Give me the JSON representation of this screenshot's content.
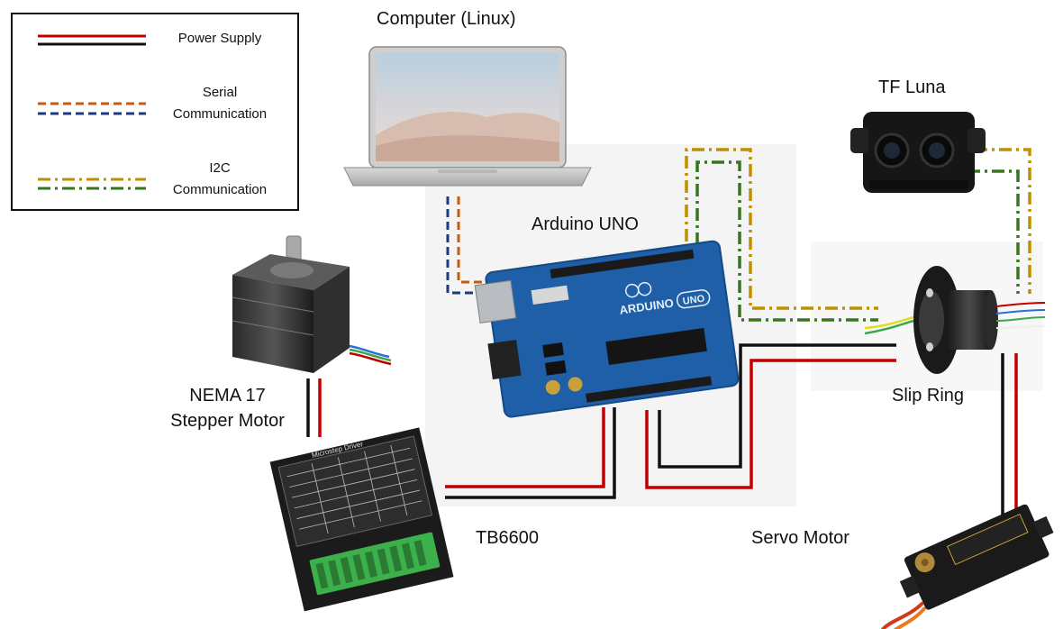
{
  "legend": {
    "items": [
      {
        "line1": "Power Supply",
        "line2": "",
        "colors": [
          "#c00000",
          "#111111"
        ],
        "style": "solid"
      },
      {
        "line1": "Serial",
        "line2": "Communication",
        "colors": [
          "#c55a11",
          "#1f3a78"
        ],
        "style": "dashed"
      },
      {
        "line1": "I2C",
        "line2": "Communication",
        "colors": [
          "#bf8f00",
          "#38761d"
        ],
        "style": "dashdot"
      }
    ]
  },
  "labels": {
    "computer": "Computer (Linux)",
    "tf_luna": "TF Luna",
    "arduino": "Arduino UNO",
    "nema_line1": "NEMA 17",
    "nema_line2": "Stepper Motor",
    "slip_ring": "Slip Ring",
    "tb6600": "TB6600",
    "servo": "Servo Motor"
  },
  "colors": {
    "power_red": "#c00000",
    "power_black": "#111111",
    "serial_orange": "#c55a11",
    "serial_blue": "#1f3a78",
    "i2c_gold": "#bf8f00",
    "i2c_green": "#38761d",
    "arduino_blue": "#1f5fa8",
    "tb6600_green": "#3cb04a"
  },
  "components": {
    "arduino_logo_text": "ARDUINO",
    "arduino_uno_badge": "UNO",
    "tb6600_header": "Microstep Driver"
  }
}
